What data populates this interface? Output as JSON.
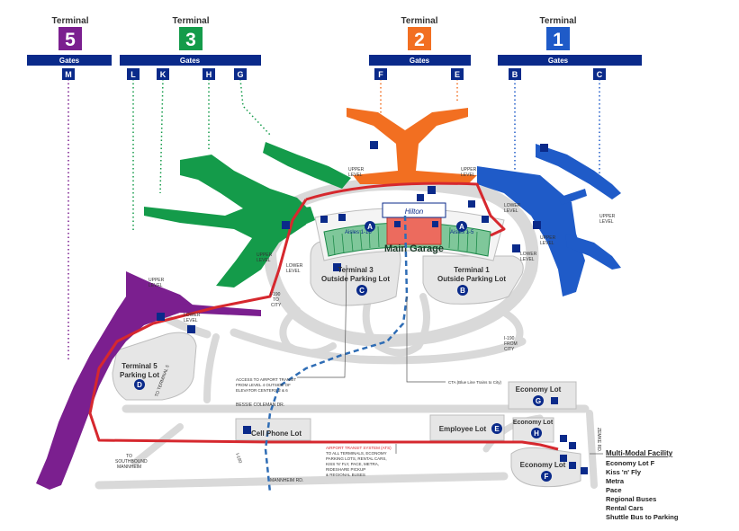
{
  "terminals": [
    {
      "heading": "Terminal",
      "number": "5",
      "gates_label": "Gates",
      "color": "#7b1f8f"
    },
    {
      "heading": "Terminal",
      "number": "3",
      "gates_label": "Gates",
      "color": "#149b4a"
    },
    {
      "heading": "Terminal",
      "number": "2",
      "gates_label": "Gates",
      "color": "#f26f21"
    },
    {
      "heading": "Terminal",
      "number": "1",
      "gates_label": "Gates",
      "color": "#1f5bc8"
    }
  ],
  "gate_letters": [
    "M",
    "L",
    "K",
    "H",
    "G",
    "F",
    "E",
    "B",
    "C"
  ],
  "level_labels": {
    "upper": "UPPER",
    "lower": "LOWER",
    "level": "LEVEL"
  },
  "areas": {
    "main_garage": "Main Garage",
    "t3_lot_line1": "Terminal 3",
    "t3_lot_line2": "Outside Parking Lot",
    "t3_lot_badge": "C",
    "t1_lot_line1": "Terminal 1",
    "t1_lot_line2": "Outside Parking Lot",
    "t1_lot_badge": "B",
    "t5_lot_line1": "Terminal 5",
    "t5_lot_line2": "Parking Lot",
    "t5_lot_badge": "D",
    "aisles_left": "Aisles 1-16",
    "aisles_right": "Aisles 1-5",
    "garage_badge": "A",
    "hilton": "Hilton",
    "economy_g": "Economy Lot",
    "economy_g_badge": "G",
    "employee": "Employee Lot",
    "employee_badge": "E",
    "economy_h": "Economy Lot",
    "economy_h_badge": "H",
    "economy_f": "Economy Lot",
    "economy_f_badge": "F",
    "cell_phone": "Cell Phone Lot"
  },
  "roads": {
    "i190_city_a": "I-190",
    "i190_city_b": "TO",
    "i190_city_c": "CITY",
    "i190_from_a": "I-190",
    "i190_from_b": "FROM",
    "i190_from_c": "CITY",
    "i190_lower": "I-190",
    "to_terminal5": "TO TERMINAL 5",
    "bessie": "BESSIE COLEMAN DR.",
    "mannheim": "MANNHEIM RD.",
    "zemke": "ZEMKE RD.",
    "to_mannheim_a": "TO",
    "to_mannheim_b": "SOUTHBOUND",
    "to_mannheim_c": "MANNHEIM"
  },
  "notes": {
    "transit_access_1": "ACCESS TO AIRPORT TRANSIT",
    "transit_access_2": "FROM LEVEL 4 OUTSIDE OF",
    "transit_access_3": "ELEVATOR CENTERS 2 & 6",
    "cta": "CTA (Blue Line Trains to City)",
    "ats_1": "AIRPORT TRANSIT SYSTEM (ATS)",
    "ats_2": "TO ALL TERMINALS, ECONOMY",
    "ats_3": "PARKING LOTS, RENTAL CARS,",
    "ats_4": "KISS 'N' FLY, PACE, METRA,",
    "ats_5": "RIDESHARE PICKUP",
    "ats_6": "& REGIONAL BUSES"
  },
  "multimodal": {
    "title": "Multi-Modal Facility",
    "items": [
      "Economy Lot F",
      "Kiss 'n' Fly",
      "Metra",
      "Pace",
      "Regional Buses",
      "Rental Cars",
      "Shuttle Bus to Parking"
    ]
  },
  "colors": {
    "navy": "#0a2a8a",
    "ats_red": "#d6282e",
    "cta_blue": "#2f6db5",
    "road_gray": "#d9d9d9",
    "lot_gray": "#e6e6e6",
    "garage_green": "#1d8a4a",
    "garage_red": "#ec6b5e"
  }
}
